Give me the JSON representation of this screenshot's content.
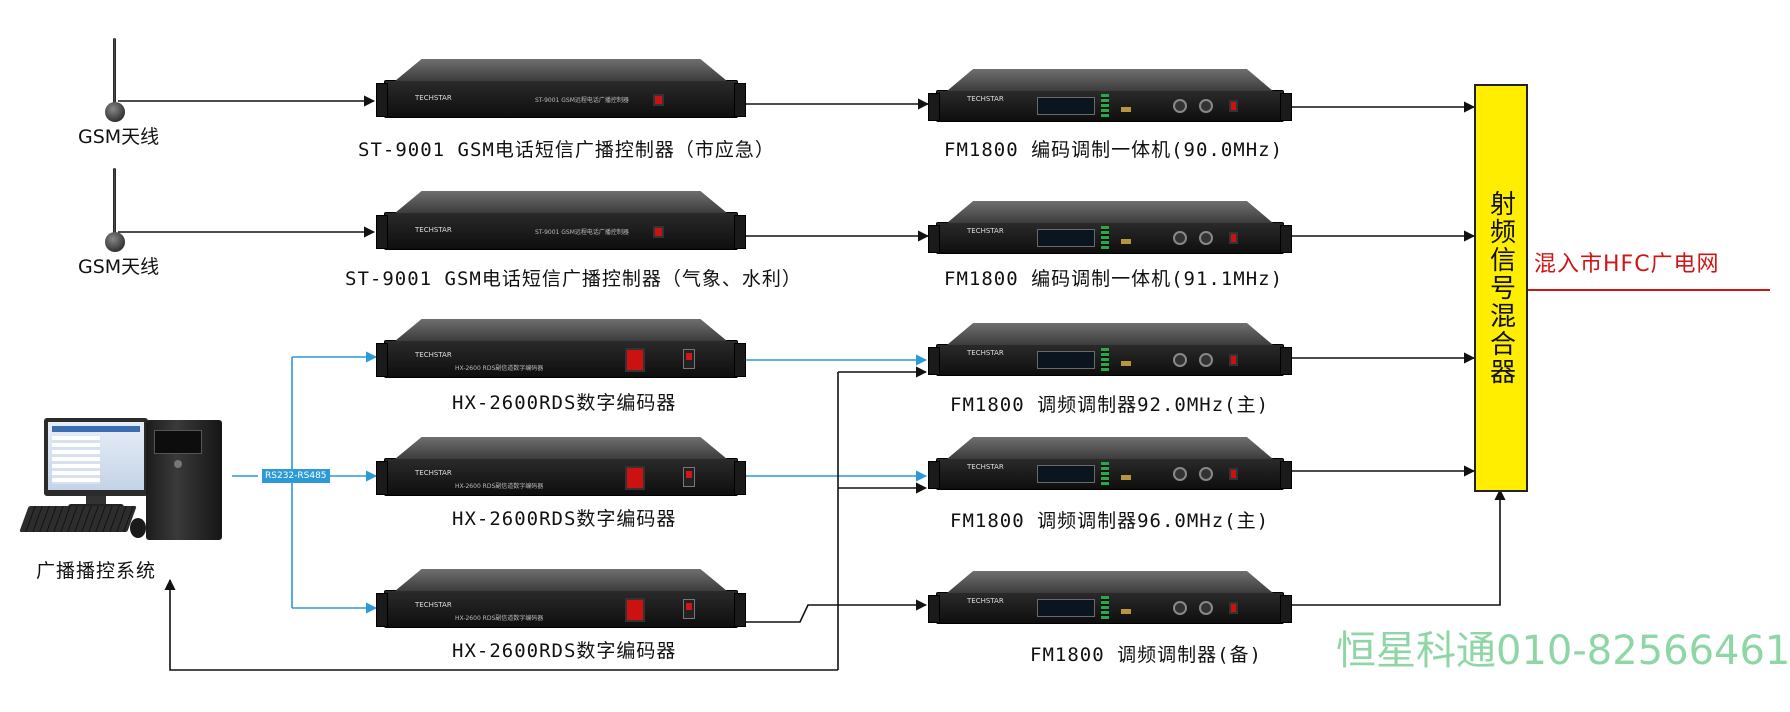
{
  "antennas": [
    {
      "label": "GSM天线"
    },
    {
      "label": "GSM天线"
    }
  ],
  "controllers": [
    {
      "label": "ST-9001 GSM电话短信广播控制器（市应急）",
      "brand": "TECHSTAR",
      "panel_text": "ST-9001 GSM远程电话广播控制器"
    },
    {
      "label": "ST-9001 GSM电话短信广播控制器（气象、水利）",
      "brand": "TECHSTAR",
      "panel_text": "ST-9001 GSM远程电话广播控制器"
    }
  ],
  "encoders": [
    {
      "label": "HX-2600RDS数字编码器",
      "brand": "TECHSTAR",
      "panel_text": "HX-2600 RDS副信道数字编码器"
    },
    {
      "label": "HX-2600RDS数字编码器",
      "brand": "TECHSTAR",
      "panel_text": "HX-2600 RDS副信道数字编码器"
    },
    {
      "label": "HX-2600RDS数字编码器",
      "brand": "TECHSTAR",
      "panel_text": "HX-2600 RDS副信道数字编码器"
    }
  ],
  "modulators": [
    {
      "label": "FM1800 编码调制一体机(90.0MHz)",
      "brand": "TECHSTAR"
    },
    {
      "label": "FM1800 编码调制一体机(91.1MHz)",
      "brand": "TECHSTAR"
    },
    {
      "label": "FM1800 调频调制器92.0MHz(主)",
      "brand": "TECHSTAR"
    },
    {
      "label": "FM1800 调频调制器96.0MHz(主)",
      "brand": "TECHSTAR"
    },
    {
      "label": "FM1800 调频调制器(备)",
      "brand": "TECHSTAR"
    }
  ],
  "pc": {
    "label": "广播播控系统",
    "interface_label": "RS232-RS485"
  },
  "mixer": {
    "label": "射频信号混合器"
  },
  "output": {
    "label": "混入市HFC广电网"
  },
  "watermark": {
    "text": "恒星科通010-82566461"
  },
  "colors": {
    "link_black": "#111111",
    "link_blue": "#2b9ad6",
    "output_red": "#d01515",
    "mixer_fill": "#ffee00",
    "watermark": "#8fd6a6"
  }
}
